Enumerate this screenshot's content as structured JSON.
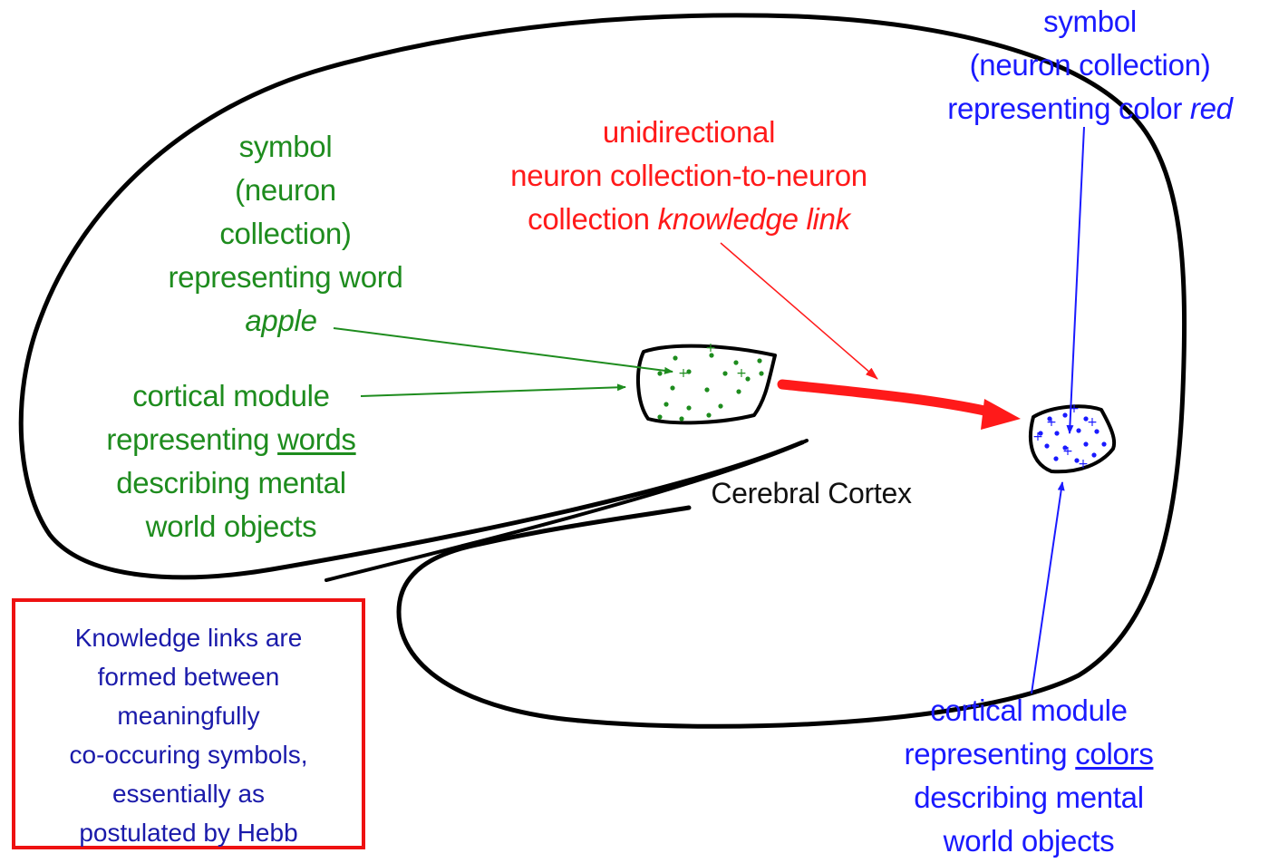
{
  "labels": {
    "green_symbol": [
      "symbol",
      "(neuron",
      "collection)",
      "representing word",
      "apple"
    ],
    "green_module": {
      "line1": "cortical module",
      "line2_prefix": "representing ",
      "line2_emph": "words",
      "line3": "describing mental",
      "line4": "world objects"
    },
    "red_link": {
      "line1": "unidirectional",
      "line2": "neuron collection-to-neuron",
      "line3_prefix": "collection ",
      "line3_emph": "knowledge link"
    },
    "blue_symbol": {
      "line1": "symbol",
      "line2": "(neuron collection)",
      "line3_prefix": "representing color ",
      "line3_emph": "red"
    },
    "blue_module": {
      "line1": "cortical module",
      "line2_prefix": "representing ",
      "line2_emph": "colors",
      "line3": "describing mental",
      "line4": "world objects"
    },
    "cortex": "Cerebral Cortex"
  },
  "hebb_box": [
    "Knowledge links are",
    "formed between",
    "meaningfully",
    "co-occuring symbols,",
    "essentially as",
    "postulated by Hebb"
  ],
  "colors": {
    "green": "#1e8c1e",
    "red": "#ff1a1a",
    "blue": "#1a1aff",
    "outline": "#000000",
    "box_border": "#ee1111"
  }
}
